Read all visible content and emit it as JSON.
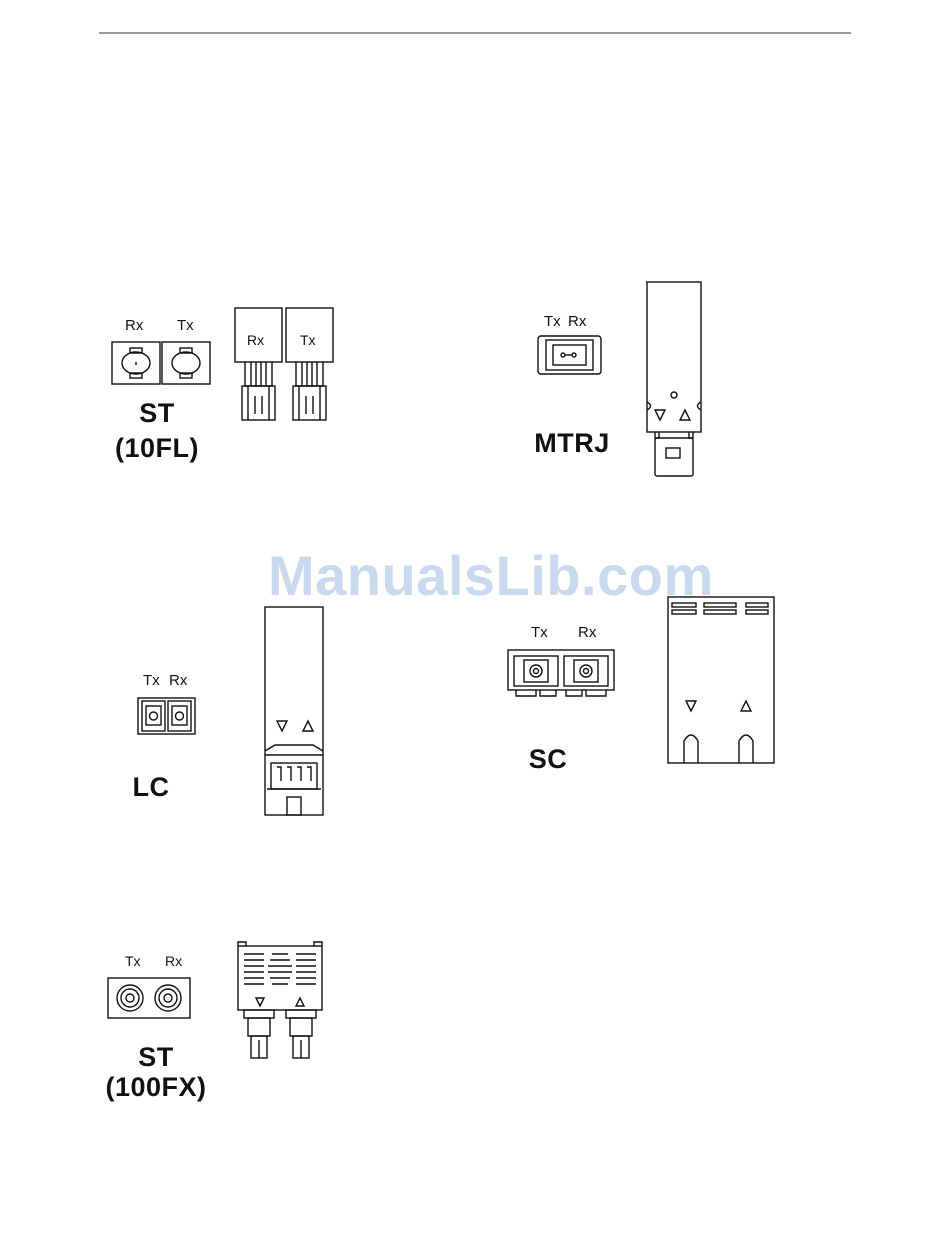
{
  "watermark": "ManualsLib.com",
  "connectors": {
    "st10fl": {
      "title_line1": "ST",
      "title_line2": "(10FL)",
      "port_label_1": "Rx",
      "port_label_2": "Tx",
      "module_label_1": "Rx",
      "module_label_2": "Tx"
    },
    "mtrj": {
      "title": "MTRJ",
      "port_label_1": "Tx",
      "port_label_2": "Rx"
    },
    "lc": {
      "title": "LC",
      "port_label_1": "Tx",
      "port_label_2": "Rx"
    },
    "sc": {
      "title": "SC",
      "port_label_1": "Tx",
      "port_label_2": "Rx"
    },
    "st100fx": {
      "title_line1": "ST",
      "title_line2": "(100FX)",
      "port_label_1": "Tx",
      "port_label_2": "Rx"
    }
  },
  "icons": [
    "st-port-icon",
    "st-module-icon",
    "mtrj-port-icon",
    "mtrj-module-icon",
    "lc-port-icon",
    "sfp-module-icon",
    "sc-port-icon",
    "sc-module-icon",
    "st100fx-port-icon",
    "st100fx-module-icon"
  ]
}
